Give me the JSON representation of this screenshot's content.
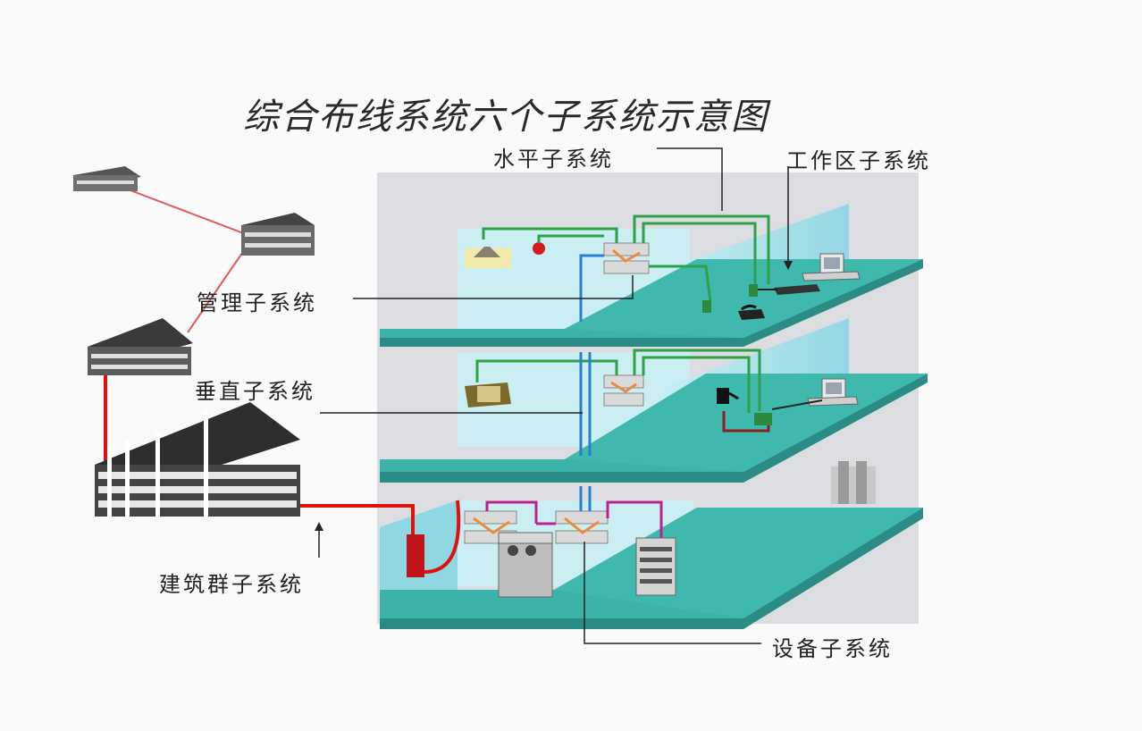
{
  "title": "综合布线系统六个子系统示意图",
  "labels": {
    "horizontal": "水平子系统",
    "work_area": "工作区子系统",
    "management": "管理子系统",
    "vertical": "垂直子系统",
    "campus": "建筑群子系统",
    "equipment": "设备子系统"
  },
  "colors": {
    "floor": "#3bb3a8",
    "wall_back": "#dcdde0",
    "glass": "#a6e6ef",
    "cable_green": "#2ea048",
    "cable_blue": "#2b7fd1",
    "cable_red": "#e01010",
    "cable_maroon": "#8a2020",
    "building": "#3a3a3a"
  }
}
